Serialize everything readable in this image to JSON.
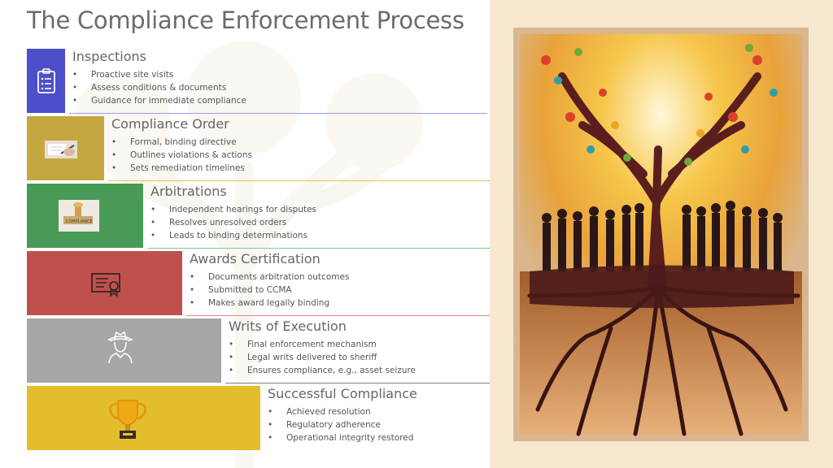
{
  "title": "The Compliance Enforcement Process",
  "steps": [
    {
      "label": "Inspections",
      "color": "#4b4fc9",
      "accent": "#9aa0e6",
      "icon": "clipboard-checklist-icon",
      "bullets": [
        "Proactive site visits",
        "Assess conditions & documents",
        "Guidance for immediate compliance"
      ]
    },
    {
      "label": "Compliance Order",
      "color": "#c4a83f",
      "accent": "#e0c75a",
      "icon": "signing-document-photo",
      "bullets": [
        "Formal, binding directive",
        "Outlines violations & actions",
        "Sets remediation timelines"
      ]
    },
    {
      "label": "Arbitrations",
      "color": "#4a9a57",
      "accent": "#7fc98b",
      "icon": "compliance-stamp-photo",
      "bullets": [
        "Independent hearings for disputes",
        "Resolves unresolved orders",
        "Leads to binding determinations"
      ]
    },
    {
      "label": "Awards Certification",
      "color": "#c0504d",
      "accent": "#d98a88",
      "icon": "certificate-icon",
      "bullets": [
        "Documents arbitration outcomes",
        "Submitted to CCMA",
        "Makes award legally binding"
      ]
    },
    {
      "label": "Writs of Execution",
      "color": "#a6a6a6",
      "accent": "#7f7f7f",
      "icon": "sheriff-icon",
      "bullets": [
        "Final enforcement mechanism",
        "Legal writs delivered to sheriff",
        "Ensures compliance, e.g., asset seizure"
      ]
    },
    {
      "label": "Successful Compliance",
      "color": "#e4bd2c",
      "accent": "#e4bd2c",
      "icon": "trophy-icon",
      "bullets": [
        "Achieved resolution",
        "Regulatory adherence",
        "Operational integrity restored"
      ]
    }
  ]
}
